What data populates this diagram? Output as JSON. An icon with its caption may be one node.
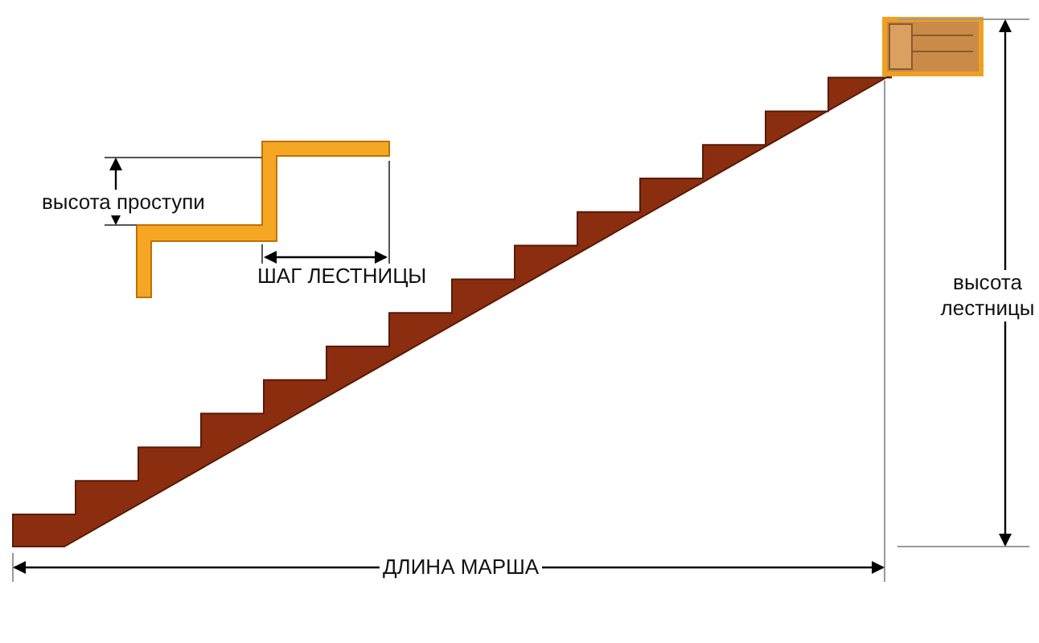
{
  "diagram": {
    "labels": [
      "высота проступи",
      "ШАГ ЛЕСТНИЦЫ",
      "высота лестницы",
      "ДЛИНА МАРША"
    ]
  }
}
